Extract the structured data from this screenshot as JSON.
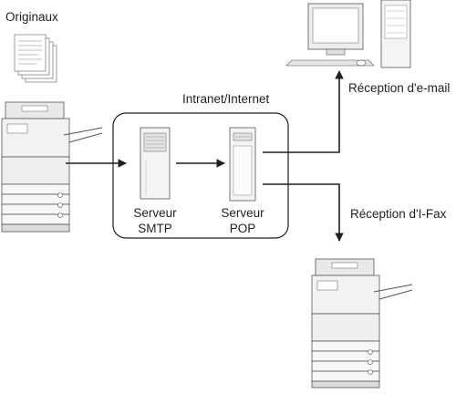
{
  "labels": {
    "originals": "Originaux",
    "network": "Intranet/Internet",
    "smtp_server": [
      "Serveur",
      "SMTP"
    ],
    "pop_server": [
      "Serveur",
      "POP"
    ],
    "email_reception": "Réception d'e-mail",
    "ifax_reception": "Réception d'I-Fax"
  },
  "colors": {
    "line": "#231f20",
    "device_body": "#f4f4f4",
    "device_shadow": "#c9c9c9",
    "screen": "#ffffff"
  }
}
